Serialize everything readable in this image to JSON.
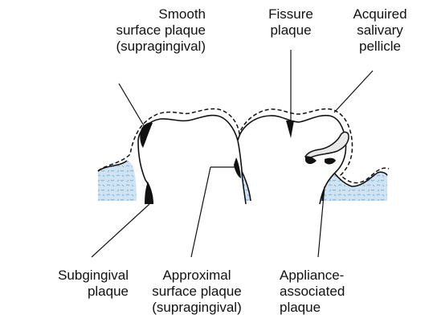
{
  "labels": {
    "smooth_surface": [
      "Smooth",
      "surface plaque",
      "(supragingival)"
    ],
    "fissure": [
      "Fissure",
      "plaque"
    ],
    "pellicle": [
      "Acquired",
      "salivary",
      "pellicle"
    ],
    "subgingival": [
      "Subgingival",
      "plaque"
    ],
    "approximal": [
      "Approximal",
      "surface plaque",
      "(supragingival)"
    ],
    "appliance": [
      "Appliance-",
      "associated",
      "plaque"
    ]
  },
  "colors": {
    "outline": "#111111",
    "plaque": "#111111",
    "gum_fill": "#cfe3f3",
    "gum_texture": "#7fb0d8",
    "appliance_fill": "#e8e8e8"
  }
}
